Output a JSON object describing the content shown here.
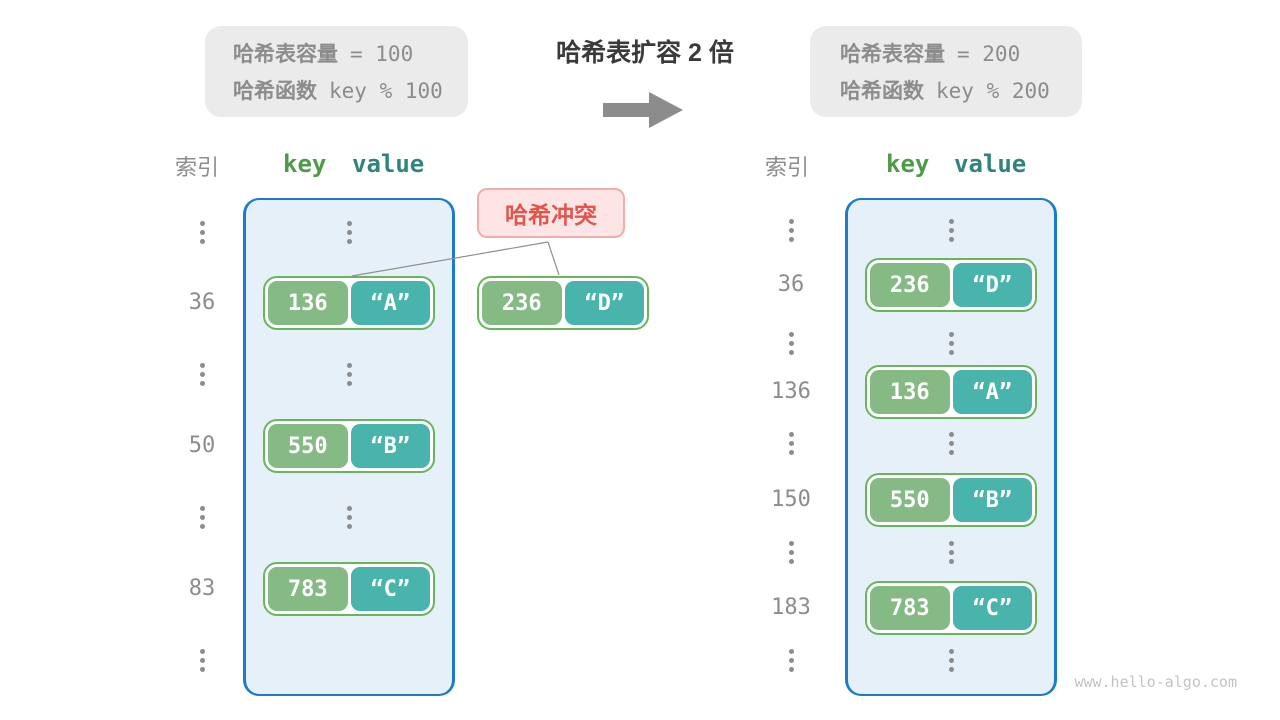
{
  "colors": {
    "key-green": "#85BA85",
    "value-teal": "#48B4AC",
    "pair-border": "#69B55E",
    "container-border": "#1D7CC9",
    "container-fill": "#E5F0F9",
    "collision-bg": "#FCE5E4",
    "collision-border": "#F3ACA7",
    "collision-text": "#E2554D",
    "gray-box-bg": "#EBEBEB",
    "gray-text": "#8C8C8C",
    "title-text": "#3A3A3A",
    "key-header": "#4D9B47",
    "value-header": "#2F857C",
    "watermark": "#C3C3C3",
    "arrow-gray": "#8C8C8C",
    "line-gray": "#8F8F8F"
  },
  "top": {
    "before_box": {
      "capacity_label": "哈希表容量",
      "capacity_value": "= 100",
      "hash_fn_label": "哈希函数",
      "hash_fn_value": "key % 100"
    },
    "title": "哈希表扩容 2 倍",
    "after_box": {
      "capacity_label": "哈希表容量",
      "capacity_value": "= 200",
      "hash_fn_label": "哈希函数",
      "hash_fn_value": "key % 200"
    }
  },
  "left_table": {
    "index_header": "索引",
    "key_header": "key",
    "value_header": "value",
    "rows": [
      {
        "index": "36",
        "key": "136",
        "value": "“A”"
      },
      {
        "index": "50",
        "key": "550",
        "value": "“B”"
      },
      {
        "index": "83",
        "key": "783",
        "value": "“C”"
      }
    ]
  },
  "collision": {
    "label": "哈希冲突",
    "pair": {
      "key": "236",
      "value": "“D”"
    }
  },
  "right_table": {
    "index_header": "索引",
    "key_header": "key",
    "value_header": "value",
    "rows": [
      {
        "index": "36",
        "key": "236",
        "value": "“D”"
      },
      {
        "index": "136",
        "key": "136",
        "value": "“A”"
      },
      {
        "index": "150",
        "key": "550",
        "value": "“B”"
      },
      {
        "index": "183",
        "key": "783",
        "value": "“C”"
      }
    ]
  },
  "watermark": "www.hello-algo.com"
}
